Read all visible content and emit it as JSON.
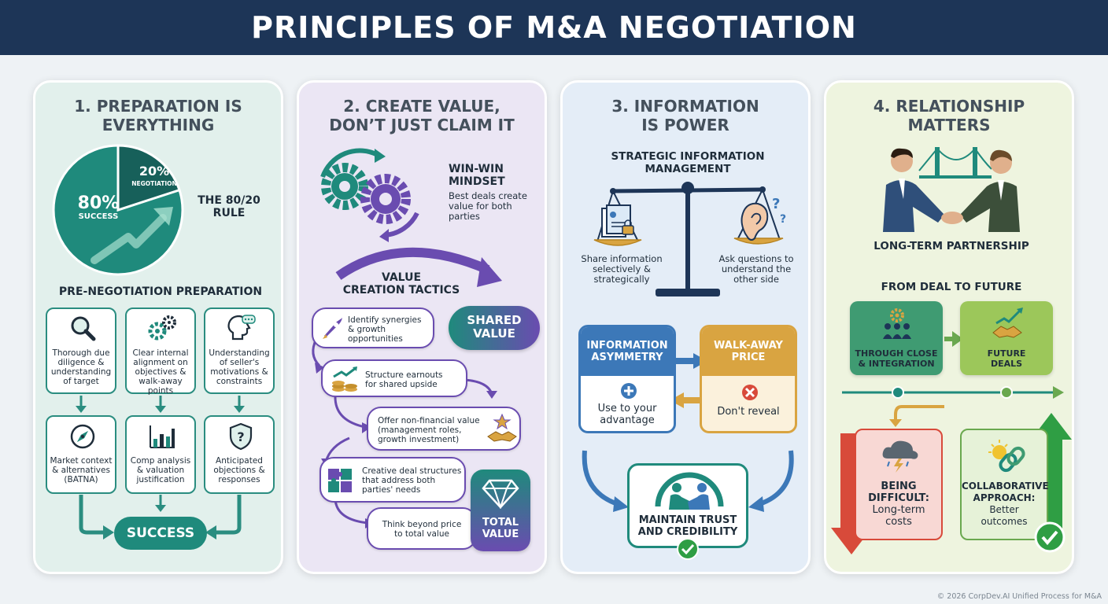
{
  "header": {
    "title": "PRINCIPLES OF M&A NEGOTIATION"
  },
  "colors": {
    "header": "#1d3557",
    "teal": "#1f8a7c",
    "purple": "#6a4cb0",
    "blue": "#3c78b8",
    "amber": "#d9a441",
    "green": "#6aa84f",
    "red": "#d84a3a"
  },
  "panel1": {
    "title_line1": "1. PREPARATION IS",
    "title_line2": "EVERYTHING",
    "pie": {
      "major_value": "80%",
      "major_label": "SUCCESS",
      "minor_value": "20%",
      "minor_label": "NEGOTIATION",
      "major_fraction": 0.8
    },
    "rule_line1": "THE 80/20",
    "rule_line2": "RULE",
    "subtitle": "PRE-NEGOTIATION PREPARATION",
    "boxes": [
      {
        "icon": "magnifier-icon",
        "lines": [
          "Thorough due",
          "diligence &",
          "understanding",
          "of target"
        ]
      },
      {
        "icon": "gears-icon",
        "lines": [
          "Clear internal",
          "alignment on",
          "objectives &",
          "walk-away",
          "points"
        ]
      },
      {
        "icon": "head-thought-icon",
        "lines": [
          "Understanding",
          "of seller's",
          "motivations &",
          "constraints"
        ]
      },
      {
        "icon": "compass-icon",
        "lines": [
          "Market context",
          "& alternatives",
          "(BATNA)"
        ]
      },
      {
        "icon": "bar-chart-icon",
        "lines": [
          "Comp analysis",
          "& valuation",
          "justification"
        ]
      },
      {
        "icon": "shield-question-icon",
        "lines": [
          "Anticipated",
          "objections &",
          "responses"
        ]
      }
    ],
    "success_label": "SUCCESS"
  },
  "panel2": {
    "title_line1": "2. CREATE VALUE,",
    "title_line2": "DON’T JUST CLAIM IT",
    "mindset_line1": "WIN-WIN",
    "mindset_line2": "MINDSET",
    "mindset_desc": [
      "Best deals create",
      "value for both",
      "parties"
    ],
    "tactics_line1": "VALUE",
    "tactics_line2": "CREATION TACTICS",
    "shared_line1": "SHARED",
    "shared_line2": "VALUE",
    "tactics": [
      {
        "icon": "rocket-icon",
        "lines": [
          "Identify synergies",
          "& growth",
          "opportunities"
        ]
      },
      {
        "icon": "coins-growth-icon",
        "lines": [
          "Structure earnouts",
          "for shared upside"
        ]
      },
      {
        "icon": "handshake-star-icon",
        "lines": [
          "Offer non-financial value",
          "(management roles,",
          "growth investment)"
        ]
      },
      {
        "icon": "puzzle-icon",
        "lines": [
          "Creative deal structures",
          "that address both",
          "parties' needs"
        ]
      },
      {
        "icon": "diamond-icon",
        "lines": [
          "Think beyond price",
          "to total value"
        ]
      }
    ],
    "total_line1": "TOTAL",
    "total_line2": "VALUE"
  },
  "panel3": {
    "title_line1": "3. INFORMATION",
    "title_line2": "IS POWER",
    "subtitle_line1": "STRATEGIC INFORMATION",
    "subtitle_line2": "MANAGEMENT",
    "left_desc": [
      "Share information",
      "selectively &",
      "strategically"
    ],
    "right_desc": [
      "Ask questions to",
      "understand the",
      "other side"
    ],
    "asym_line1": "INFORMATION",
    "asym_line2": "ASYMMETRY",
    "asym_desc": [
      "Use to your",
      "advantage"
    ],
    "walk_line1": "WALK-AWAY",
    "walk_line2": "PRICE",
    "walk_desc": "Don't reveal",
    "trust_line1": "MAINTAIN TRUST",
    "trust_line2": "AND CREDIBILITY"
  },
  "panel4": {
    "title_line1": "4. RELATIONSHIP",
    "title_line2": "MATTERS",
    "partnership": "LONG-TERM PARTNERSHIP",
    "future_title": "FROM DEAL TO FUTURE",
    "close_line1": "THROUGH CLOSE",
    "close_line2": "& INTEGRATION",
    "future_line1": "FUTURE",
    "future_line2": "DEALS",
    "difficult": [
      "BEING",
      "DIFFICULT:",
      "Long-term",
      "costs"
    ],
    "collab": [
      "COLLABORATIVE",
      "APPROACH:",
      "Better",
      "outcomes"
    ]
  },
  "footer": {
    "copyright": "© 2026 CorpDev.AI Unified Process for M&A"
  }
}
